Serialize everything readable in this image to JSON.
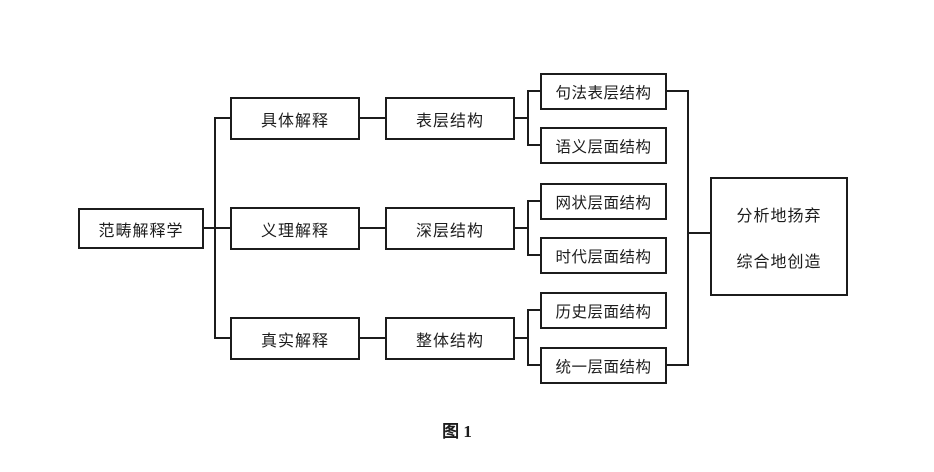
{
  "diagram": {
    "root": {
      "label": "范畴解释学"
    },
    "level2": [
      {
        "label": "具体解释"
      },
      {
        "label": "义理解释"
      },
      {
        "label": "真实解释"
      }
    ],
    "level3": [
      {
        "label": "表层结构"
      },
      {
        "label": "深层结构"
      },
      {
        "label": "整体结构"
      }
    ],
    "leaves": [
      {
        "label": "句法表层结构"
      },
      {
        "label": "语义层面结构"
      },
      {
        "label": "网状层面结构"
      },
      {
        "label": "时代层面结构"
      },
      {
        "label": "历史层面结构"
      },
      {
        "label": "统一层面结构"
      }
    ],
    "final": {
      "line1": "分析地扬弃",
      "line2": "综合地创造"
    },
    "caption": "图 1",
    "colors": {
      "line": "#1c1c1c",
      "box_fill": "#ffffff",
      "background": "#ffffff"
    }
  }
}
